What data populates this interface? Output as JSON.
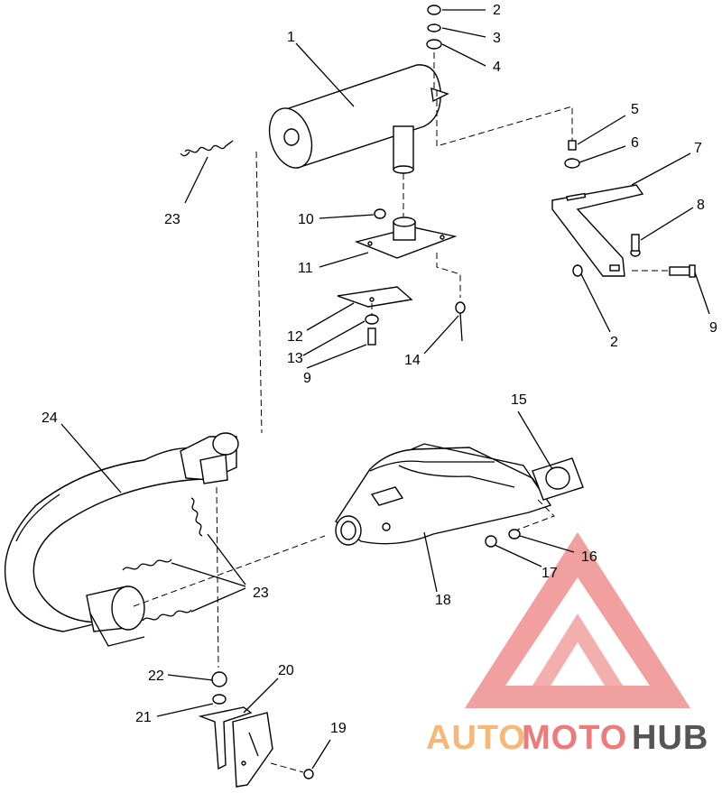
{
  "callouts": [
    "1",
    "2",
    "3",
    "4",
    "5",
    "6",
    "7",
    "8",
    "9",
    "10",
    "11",
    "12",
    "13",
    "9",
    "14",
    "2",
    "15",
    "16",
    "17",
    "18",
    "24",
    "23",
    "23",
    "22",
    "21",
    "20",
    "19"
  ],
  "watermark": {
    "auto": "AUTO",
    "moto": "MOTO",
    "hub": "HUB",
    "color_orange": "#f5b878",
    "color_red": "#ee7b7b",
    "color_gray": "#555555"
  }
}
